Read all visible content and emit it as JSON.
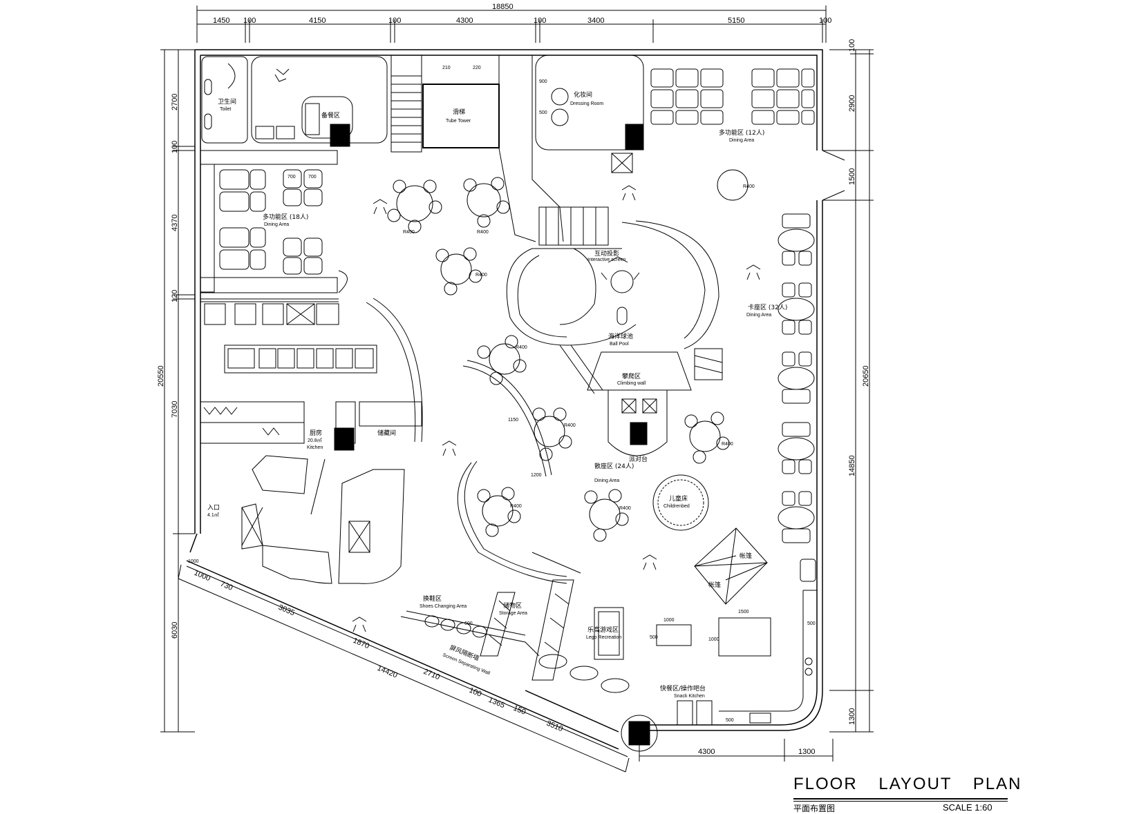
{
  "title": {
    "main": "FLOOR   LAYOUT   PLAN",
    "subtitle": "平面布置图",
    "scale": "SCALE   1:60"
  },
  "dimensions": {
    "top_total": "18850",
    "top": [
      "1450",
      "100",
      "4150",
      "100",
      "4300",
      "100",
      "3400",
      "5150",
      "100"
    ],
    "left_total": "20550",
    "left": [
      "2700",
      "100",
      "4370",
      "120",
      "7030",
      "6030"
    ],
    "right_total": "20650",
    "right": [
      "100",
      "2900",
      "1500",
      "14850",
      "1300"
    ],
    "bottom": [
      "4300",
      "1300"
    ],
    "diagonal": [
      "1000",
      "730",
      "3035",
      "1870",
      "14420",
      "2710",
      "100",
      "1365",
      "150",
      "3510"
    ]
  },
  "rooms": {
    "toilet_cn": "卫生间",
    "toilet_en": "Toilet",
    "prep_cn": "备餐区",
    "tube_tower_cn": "滑梯",
    "tube_tower_en": "Tube Tower",
    "dressing_cn": "化妆间",
    "dressing_en": "Dressing Room",
    "dining_left_cn": "多功能区 (18人)",
    "dining_left_en": "Dining Area",
    "dining_topright_cn": "多功能区 (12人)",
    "dining_topright_en": "Dining Area",
    "dining_right_cn": "卡座区 (32人)",
    "dining_right_en": "Dining Area",
    "dining_center_cn": "散座区 (24人)",
    "dining_center_en": "Dining Area",
    "ball_pool_cn": "海洋球池",
    "ball_pool_en": "Ball Pool",
    "climbing_cn": "攀爬区",
    "climbing_en": "Climbing wall",
    "projection_cn": "互动投影",
    "projection_en": "Interactive screen",
    "childrens_cn": "儿童床",
    "childrens_en": "Childrenbed",
    "kitchen_cn": "厨房",
    "kitchen_area": "20.8㎡",
    "kitchen_en": "Kitchen",
    "storage_cn": "储藏间",
    "shoe_cn": "换鞋区",
    "shoe_en": "Shoes Changing Area",
    "storage_area_cn": "储物区",
    "storage_area_en": "Storage Area",
    "screen_cn": "屏风隔断墙",
    "screen_en": "Screen Separating Wall",
    "lego_cn": "乐高游戏区",
    "lego_en": "Lego Recreation",
    "snack_cn": "快餐区/操作吧台",
    "snack_en": "Snack Kitchen",
    "party_cn": "派对台",
    "entry_cn": "入口",
    "entry_area": "4.1㎡",
    "tent_a": "帐篷",
    "tent_b": "帐篷"
  },
  "annotations": {
    "r400": "R400",
    "r1150": "1150",
    "d700": "700",
    "d600": "600",
    "d210": "210",
    "d220": "220",
    "d900": "900",
    "d500": "500",
    "d1000": "1000",
    "d1500": "1500",
    "d1200": "1200"
  }
}
